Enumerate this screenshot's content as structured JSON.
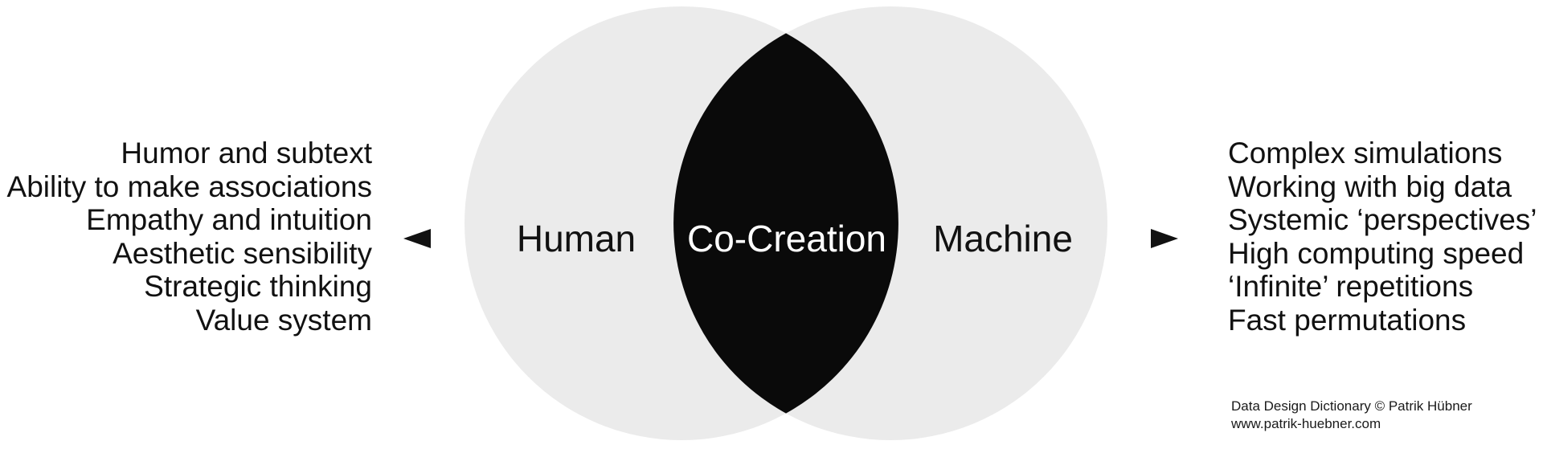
{
  "diagram": {
    "left_circle_label": "Human",
    "intersection_label": "Co-Creation",
    "right_circle_label": "Machine",
    "circle_color": "#ebebeb",
    "intersection_color": "#0a0a0a",
    "arrow_color": "#111111"
  },
  "left_list": {
    "items": [
      "Humor and subtext",
      "Ability to make associations",
      "Empathy and intuition",
      "Aesthetic sensibility",
      "Strategic thinking",
      "Value system"
    ]
  },
  "right_list": {
    "items": [
      "Complex simulations",
      "Working with big data",
      "Systemic ‘perspectives’",
      "High computing speed",
      "‘Infinite’ repetitions",
      "Fast permutations"
    ]
  },
  "footer": {
    "line1": "Data Design Dictionary © Patrik Hübner",
    "line2": "www.patrik-huebner.com"
  }
}
